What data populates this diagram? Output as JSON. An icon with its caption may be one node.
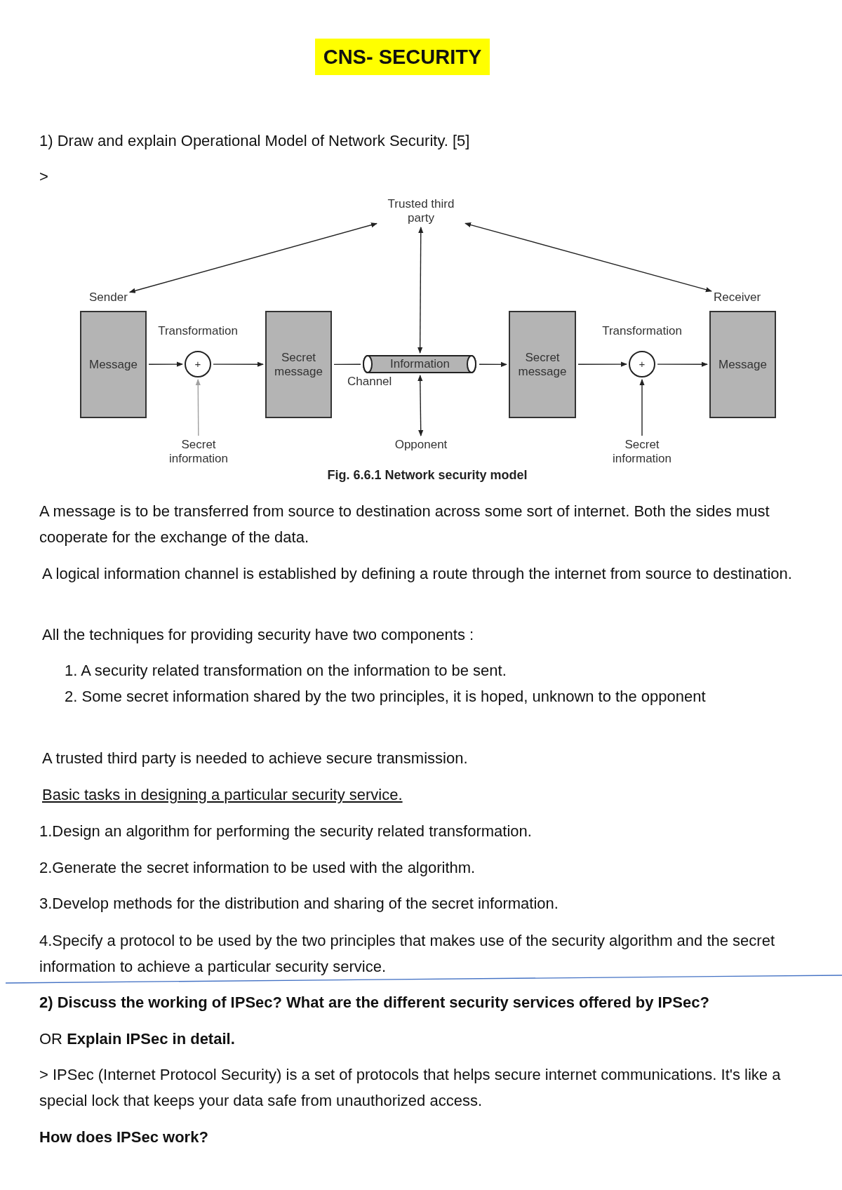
{
  "diagram": {
    "title": "CNS- SECURITY",
    "caption": "Fig. 6.6.1 Network security model",
    "nodes": [
      {
        "text": [
          "Trusted third party"
        ]
      },
      {
        "text": [
          "Sender",
          "Message"
        ]
      },
      {
        "text": [
          "Transformation",
          "+"
        ]
      },
      {
        "text": [
          "Secret message"
        ]
      },
      {
        "text": [
          "Information",
          "Channel"
        ]
      },
      {
        "text": [
          "Secret message"
        ]
      },
      {
        "text": [
          "Transformation",
          "+"
        ]
      },
      {
        "text": [
          "Receiver",
          "Message"
        ]
      },
      {
        "text": [
          "Secret information"
        ]
      },
      {
        "text": [
          "Opponent"
        ]
      },
      {
        "text": [
          "Secret information"
        ]
      }
    ],
    "edges": [
      {
        "from": 0,
        "to": 1,
        "arrow": "both"
      },
      {
        "from": 0,
        "to": 7,
        "arrow": "both"
      },
      {
        "from": 0,
        "to": 4,
        "arrow": "both"
      },
      {
        "from": 1,
        "to": 2,
        "arrow": "to"
      },
      {
        "from": 2,
        "to": 3,
        "arrow": "to"
      },
      {
        "from": 3,
        "to": 4,
        "arrow": "none"
      },
      {
        "from": 4,
        "to": 5,
        "arrow": "to"
      },
      {
        "from": 5,
        "to": 6,
        "arrow": "to"
      },
      {
        "from": 6,
        "to": 7,
        "arrow": "to"
      },
      {
        "from": 8,
        "to": 2,
        "arrow": "to",
        "color": "#a0a0a0"
      },
      {
        "from": 4,
        "to": 9,
        "arrow": "both"
      },
      {
        "from": 10,
        "to": 6,
        "arrow": "to"
      }
    ],
    "labels": [
      "1) Draw and explain Operational Model of Network Security. [5]",
      ">",
      "A message is to be transferred from source to destination across some sort of internet. Both the sides must cooperate for the exchange of the data.",
      "A logical information channel is established by defining a route through the internet from source to destination.",
      "All the techniques for providing security have two components :",
      "1. A security related transformation on the information to be sent.",
      "2. Some secret information shared by the two principles, it is hoped, unknown to the opponent",
      "A trusted third party is needed to achieve secure transmission.",
      "Basic tasks in designing a particular security service.",
      "1.Design an algorithm for performing the security related transformation.",
      "2.Generate the secret information to be used with the algorithm.",
      "3.Develop methods for the distribution and sharing of the secret information.",
      "4.Specify a protocol to be used by the two principles that makes use of the security algorithm and the secret information to achieve a particular security service.",
      "2) Discuss the working of IPSec? What are the different security services offered by IPSec?",
      "OR **Explain IPSec in detail.**",
      "> IPSec (Internet Protocol Security) is a set of protocols that helps secure internet communications. It's like a special lock that keeps your data safe from unauthorized access.",
      "How does IPSec work?"
    ]
  }
}
